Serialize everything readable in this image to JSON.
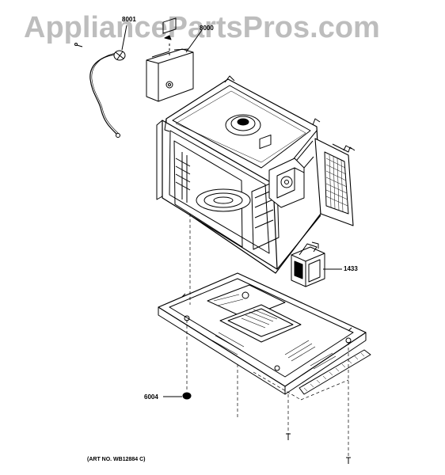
{
  "watermark": "AppliancePartsPros.com",
  "callouts": {
    "wire_harness": "8001",
    "bracket": "8000",
    "transformer": "1433",
    "foot": "6004"
  },
  "art_number": "(ART NO. WB12884 C)"
}
